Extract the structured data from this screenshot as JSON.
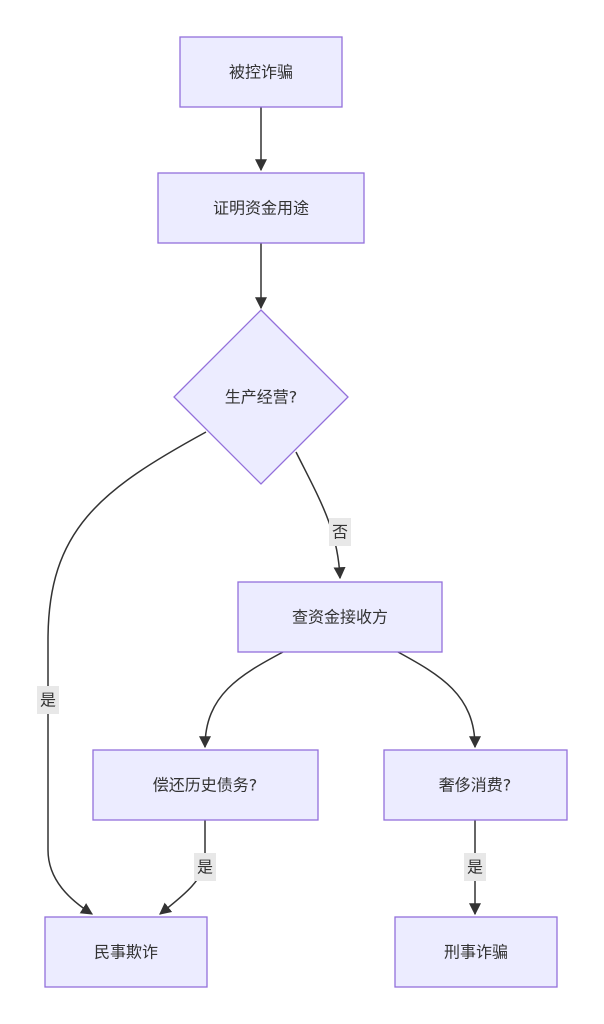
{
  "nodes": {
    "accused": "被控诈骗",
    "prove_use": "证明资金用途",
    "production": "生产经营?",
    "check_recipient": "查资金接收方",
    "repay_debt": "偿还历史债务?",
    "luxury": "奢侈消费?",
    "civil_fraud": "民事欺诈",
    "criminal_fraud": "刑事诈骗"
  },
  "edge_labels": {
    "production_no": "否",
    "production_yes": "是",
    "repay_yes": "是",
    "luxury_yes": "是"
  },
  "colors": {
    "node_fill": "#ececff",
    "node_stroke": "#9370db",
    "edge": "#333333",
    "label_bg": "#e8e8e8"
  }
}
